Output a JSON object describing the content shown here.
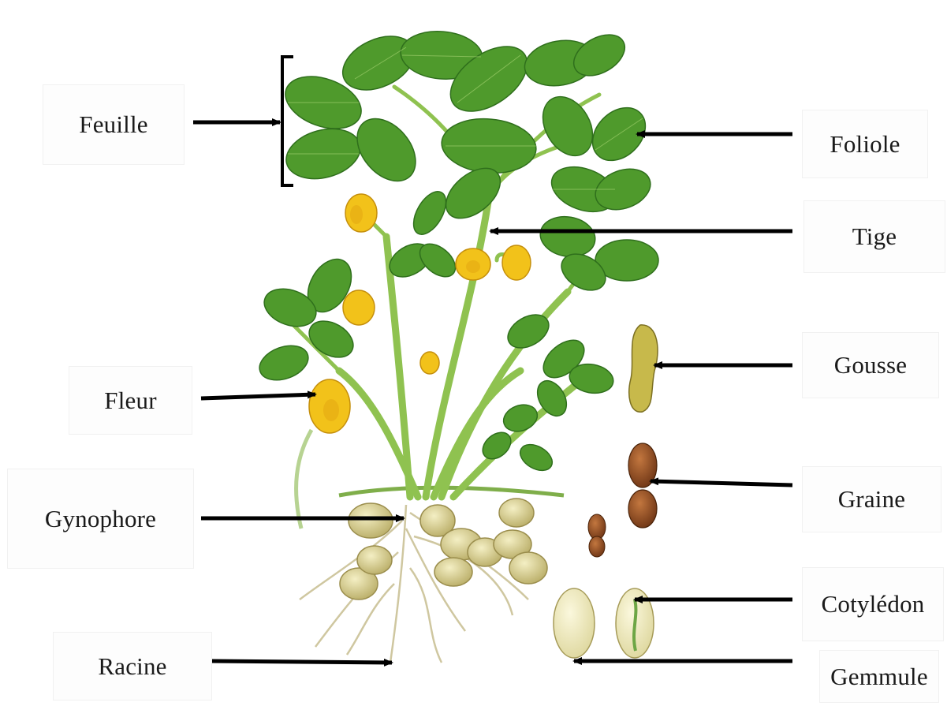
{
  "labels": {
    "feuille": "Feuille",
    "foliole": "Foliole",
    "tige": "Tige",
    "gousse": "Gousse",
    "fleur": "Fleur",
    "gynophore": "Gynophore",
    "graine": "Graine",
    "cotyledon": "Cotylédon",
    "racine": "Racine",
    "gemmule": "Gemmule"
  },
  "colors": {
    "leaf": "#4f9a2c",
    "leaf_dark": "#2f6f1c",
    "stem": "#8dbf4e",
    "flower": "#f2c21a",
    "pod": "#d8cf8a",
    "seed": "#8a4a22",
    "root": "#c9c29a",
    "arrow": "#000000"
  }
}
